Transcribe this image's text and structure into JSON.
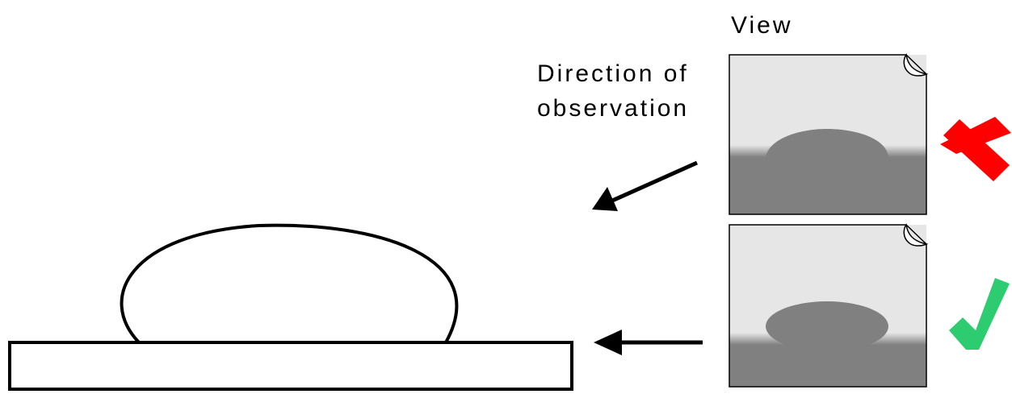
{
  "labels": {
    "view": "View",
    "direction_line1": "Direction of",
    "direction_line2": "observation"
  },
  "views": [
    {
      "name": "angled-view",
      "verdict": "incorrect",
      "marker_icon": "red-cross-icon"
    },
    {
      "name": "level-view",
      "verdict": "correct",
      "marker_icon": "green-check-icon"
    }
  ],
  "colors": {
    "outline": "#000000",
    "panel_sky": "#e6e6e6",
    "panel_ground": "#808080",
    "droplet_view": "#808080",
    "incorrect": "#ff0000",
    "correct": "#2ecc71"
  }
}
